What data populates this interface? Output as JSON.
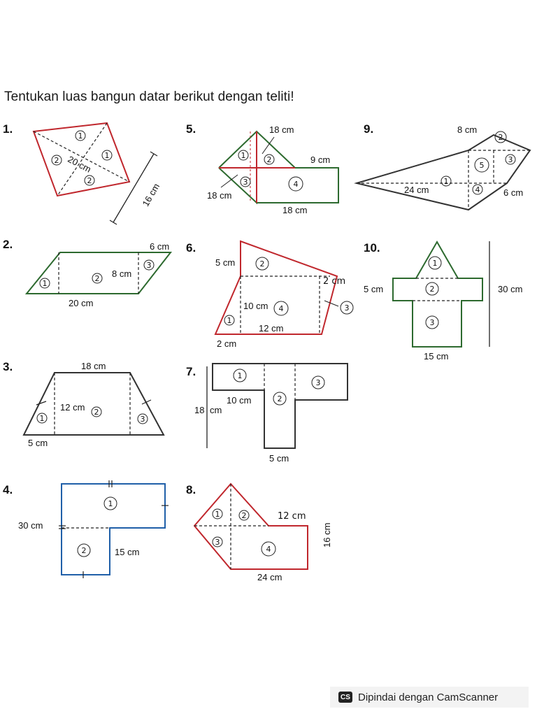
{
  "instruction": "Tentukan luas bangun datar berikut dengan teliti!",
  "colors": {
    "red": "#c0272d",
    "green": "#2d6a2f",
    "blue": "#1f5fa8",
    "dark": "#333333"
  },
  "problems": [
    {
      "number": "1.",
      "labels": [
        "20 cm",
        "16 cm"
      ],
      "parts": [
        "1",
        "1",
        "2",
        "2"
      ]
    },
    {
      "number": "2.",
      "labels": [
        "6 cm",
        "8 cm",
        "20 cm"
      ],
      "parts": [
        "1",
        "2",
        "3"
      ]
    },
    {
      "number": "3.",
      "labels": [
        "18 cm",
        "12 cm",
        "5 cm"
      ],
      "parts": [
        "1",
        "2",
        "3"
      ]
    },
    {
      "number": "4.",
      "labels": [
        "30 cm",
        "15 cm"
      ],
      "parts": [
        "1",
        "2"
      ]
    },
    {
      "number": "5.",
      "labels": [
        "18 cm",
        "9 cm",
        "18 cm",
        "18 cm"
      ],
      "parts": [
        "1",
        "2",
        "3",
        "4"
      ]
    },
    {
      "number": "6.",
      "labels": [
        "5 cm",
        "2 cm",
        "10 cm",
        "12 cm",
        "2 cm"
      ],
      "parts": [
        "1",
        "2",
        "3",
        "4"
      ]
    },
    {
      "number": "7.",
      "labels": [
        "10 cm",
        "18",
        "cm",
        "5 cm"
      ],
      "parts": [
        "1",
        "2",
        "3"
      ]
    },
    {
      "number": "8.",
      "labels": [
        "12 cm",
        "16 cm",
        "24 cm"
      ],
      "parts": [
        "1",
        "2",
        "3",
        "4"
      ]
    },
    {
      "number": "9.",
      "labels": [
        "8 cm",
        "24 cm",
        "6 cm"
      ],
      "parts": [
        "1",
        "2",
        "3",
        "4",
        "5"
      ]
    },
    {
      "number": "10.",
      "labels": [
        "5 cm",
        "30 cm",
        "15 cm"
      ],
      "parts": [
        "1",
        "2",
        "3"
      ]
    }
  ],
  "footer": {
    "logo": "CS",
    "text": "Dipindai dengan CamScanner"
  }
}
